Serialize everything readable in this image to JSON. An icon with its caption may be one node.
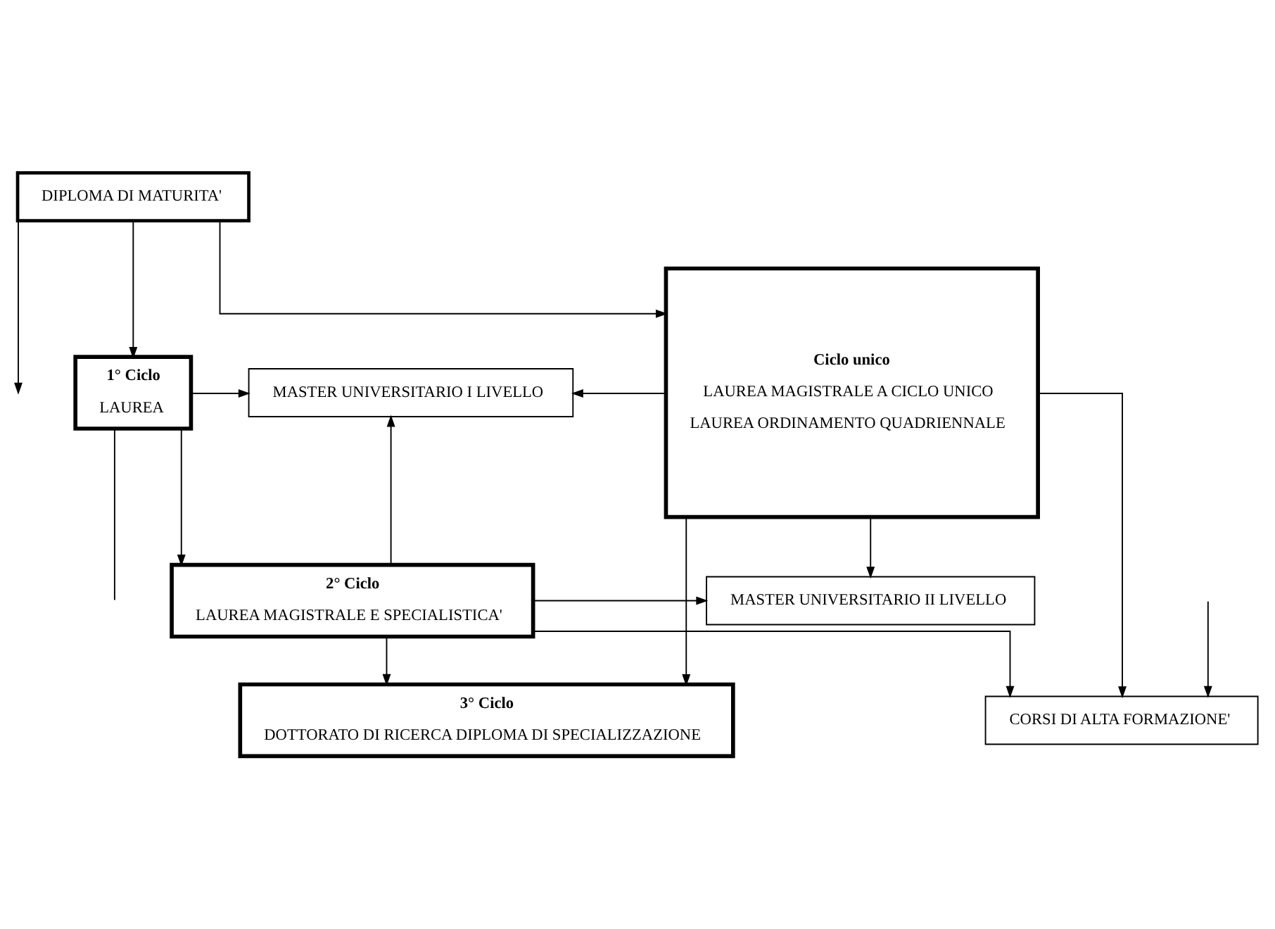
{
  "diagram": {
    "nodes": [
      {
        "text": [
          "DIPLOMA DI MATURITA'"
        ]
      },
      {
        "text": [
          "Ciclo unico",
          "LAUREA MAGISTRALE A CICLO UNICO",
          "LAUREA ORDINAMENTO QUADRIENNALE"
        ]
      },
      {
        "text": [
          "MASTER UNIVERSITARIO I LIVELLO"
        ]
      },
      {
        "text": [
          "1° Ciclo",
          "LAUREA"
        ]
      },
      {
        "text": [
          "MASTER UNIVERSITARIO II LIVELLO"
        ]
      },
      {
        "text": [
          "2° Ciclo",
          "LAUREA MAGISTRALE E SPECIALISTICA'"
        ]
      },
      {
        "text": [
          "3° Ciclo",
          "DOTTORATO DI RICERCA DIPLOMA DI SPECIALIZZAZIONE"
        ]
      },
      {
        "text": [
          "CORSI DI ALTA FORMAZIONE'"
        ]
      }
    ],
    "edges": [
      {
        "from": 0,
        "to": 1,
        "arrow": "to"
      },
      {
        "from": 0,
        "to": 3,
        "arrow": "to"
      },
      {
        "from": 0,
        "to": null,
        "arrow": "to"
      },
      {
        "from": 1,
        "to": 2,
        "arrow": "to"
      },
      {
        "from": 3,
        "to": 2,
        "arrow": "to"
      },
      {
        "from": 3,
        "to": 5,
        "arrow": "to"
      },
      {
        "from": 5,
        "to": 2,
        "arrow": "to"
      },
      {
        "from": 1,
        "to": 4,
        "arrow": "to"
      },
      {
        "from": 5,
        "to": 4,
        "arrow": "to"
      },
      {
        "from": 1,
        "to": 6,
        "arrow": "to"
      },
      {
        "from": 5,
        "to": 6,
        "arrow": "to"
      },
      {
        "from": 1,
        "to": 7,
        "arrow": "to"
      },
      {
        "from": 5,
        "to": 7,
        "arrow": "to"
      },
      {
        "from": 3,
        "to": null,
        "arrow": "none"
      },
      {
        "from": null,
        "to": 7,
        "arrow": "to"
      }
    ]
  }
}
